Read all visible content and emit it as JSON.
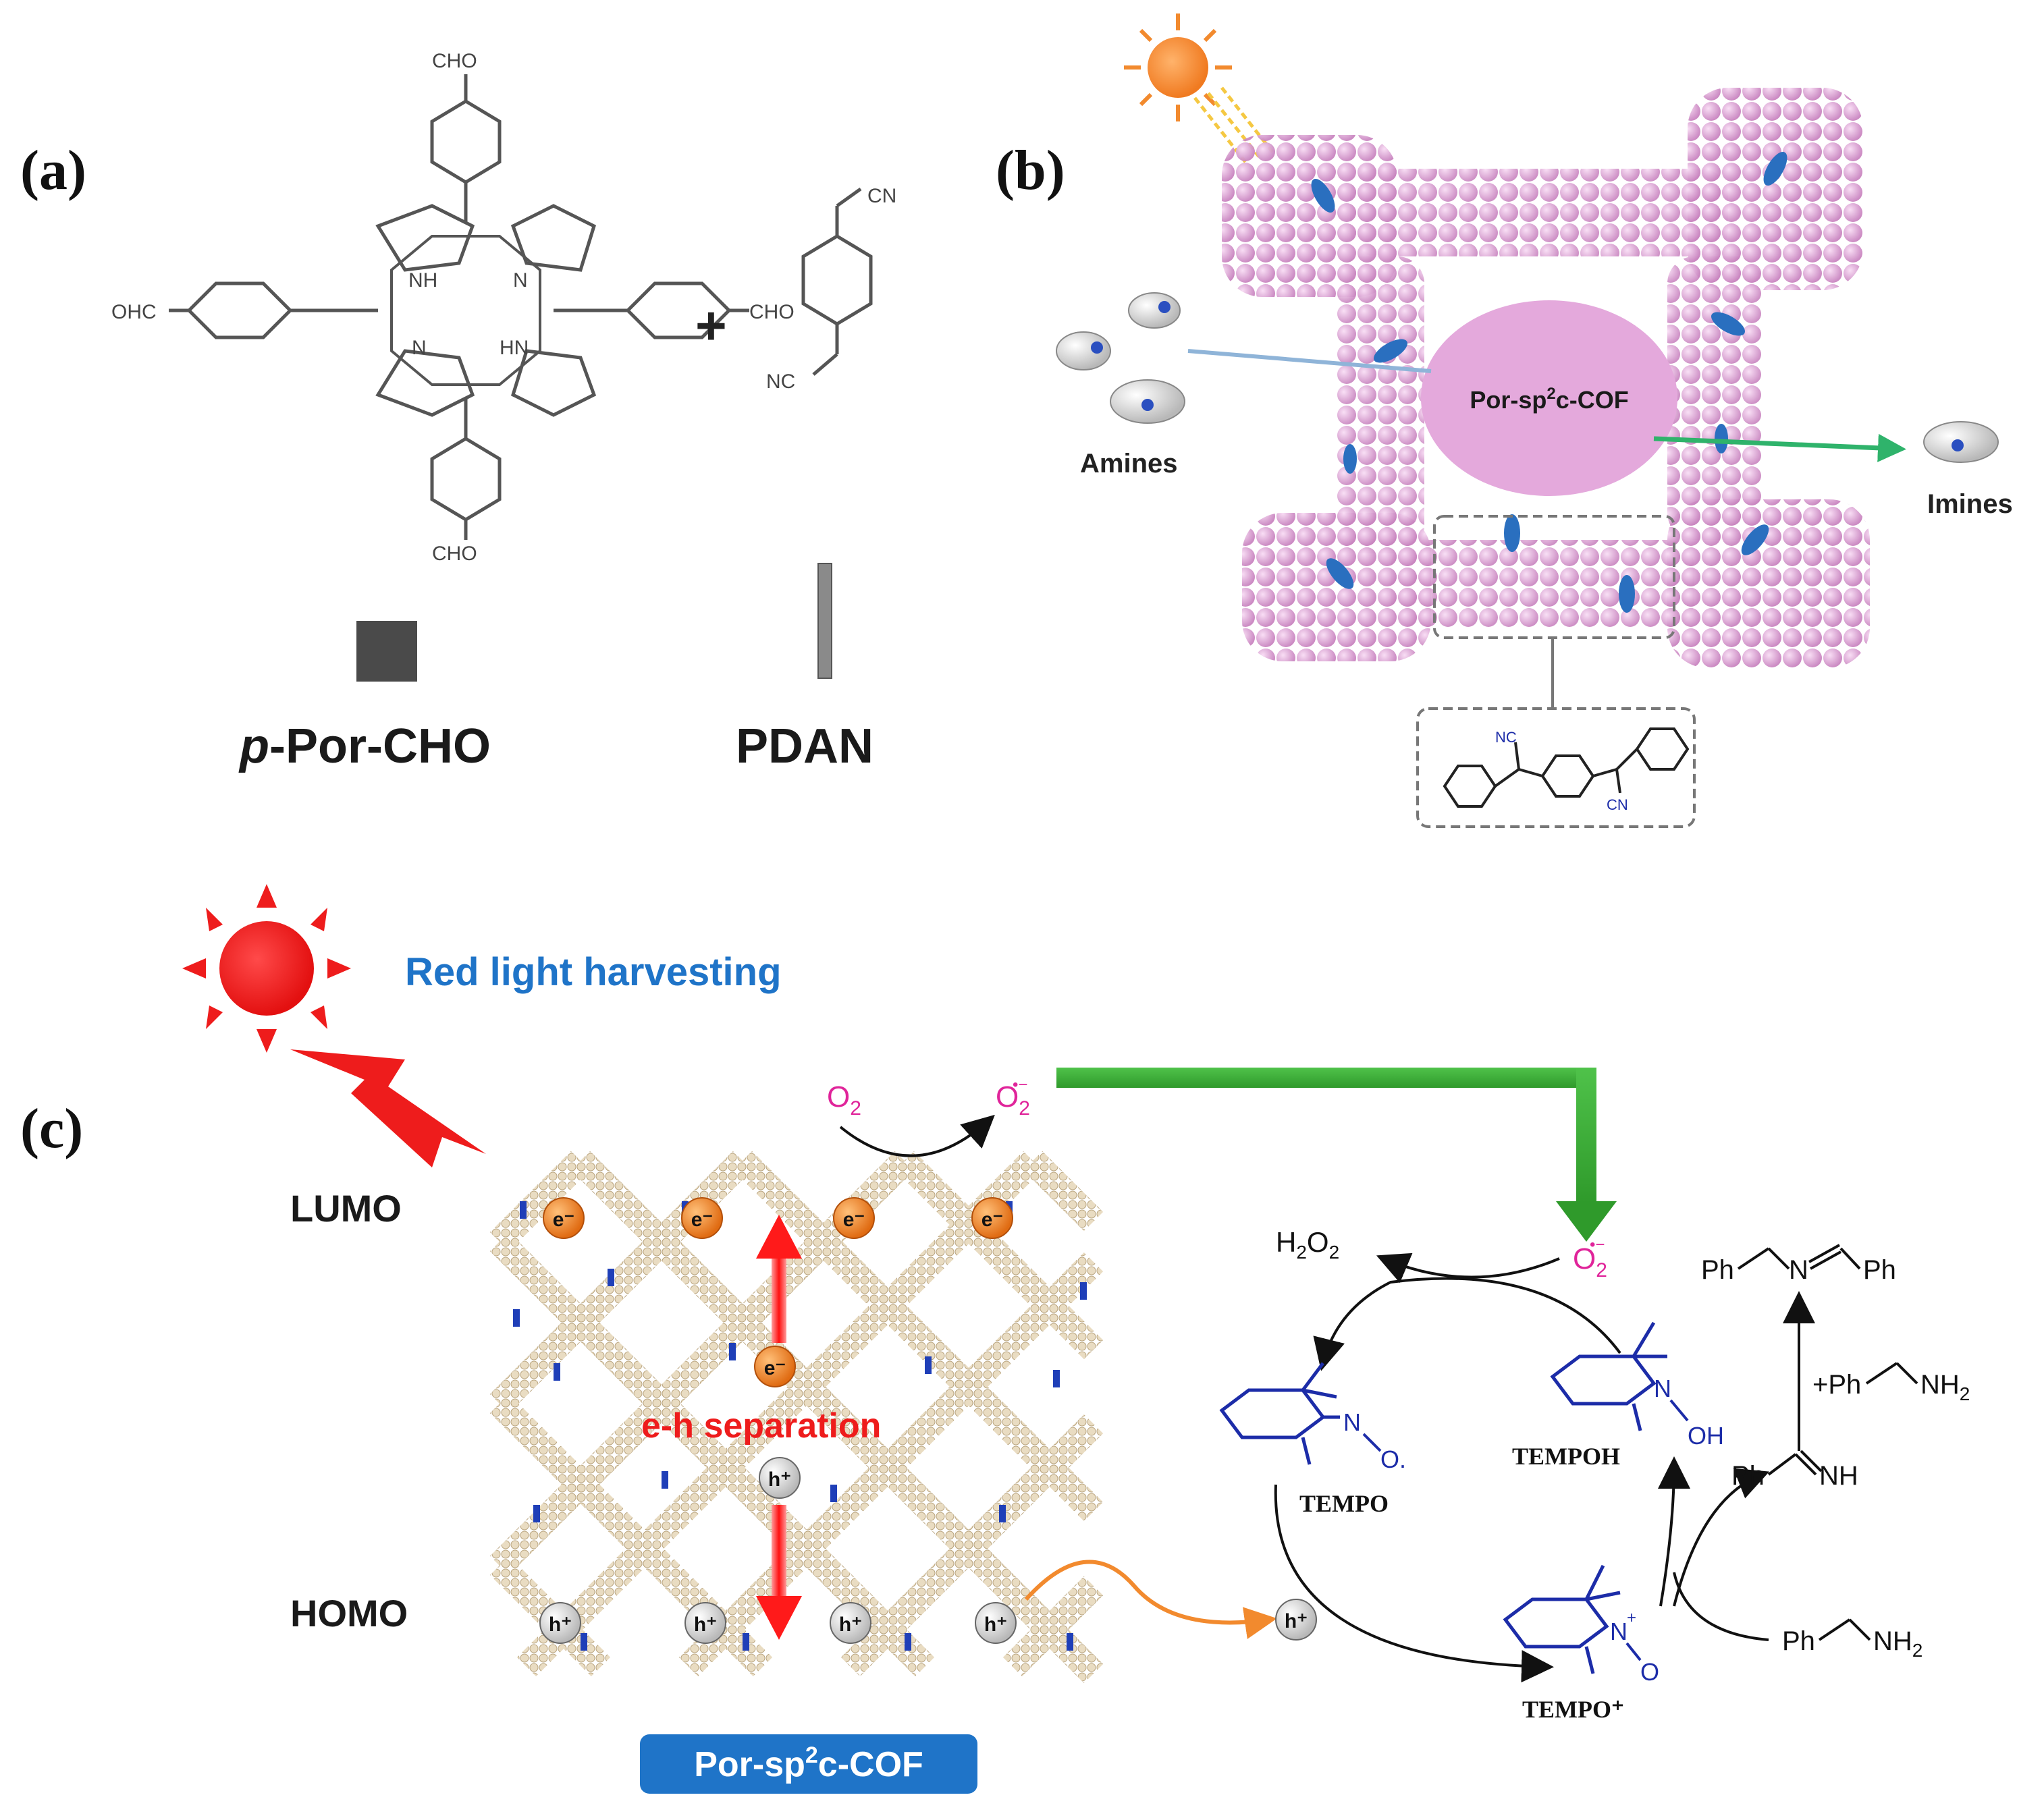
{
  "panel_a": {
    "label": "(a)",
    "cho_top": "CHO",
    "cho_bottom": "CHO",
    "ohc_left": "OHC",
    "cho_right": "CHO",
    "nh_top": "NH",
    "n_top": "N",
    "n_bottom": "N",
    "hn_bottom": "HN",
    "plus": "+",
    "cn_top": "CN",
    "nc_bottom": "NC",
    "monomer1_name": "p-Por-CHO",
    "monomer1_italic_prefix": "p",
    "monomer1_rest": "-Por-CHO",
    "monomer2_name": "PDAN"
  },
  "panel_b": {
    "label": "(b)",
    "center_label_pre": "Por-sp",
    "center_label_sup": "2",
    "center_label_post": "c-COF",
    "amines": "Amines",
    "imines": "Imines",
    "inset_nc": "NC",
    "inset_cn": "CN"
  },
  "panel_c": {
    "label": "(c)",
    "red_light": "Red light harvesting",
    "lumo": "LUMO",
    "homo": "HOMO",
    "separation": "e-h separation",
    "electron": "e⁻",
    "hole": "h⁺",
    "o2": "O",
    "o2_sub": "2",
    "superoxide": "O",
    "h2o2_a": "H",
    "h2o2_sub1": "2",
    "h2o2_b": "O",
    "h2o2_sub2": "2",
    "tempo": "TEMPO",
    "tempoh": "TEMPOH",
    "tempo_plus": "TEMPO⁺",
    "n_o_dot": "N",
    "o_dot": "O.",
    "n_oh": "N",
    "oh": "OH",
    "n_plus": "N",
    "o_plus": "O",
    "ph": "Ph",
    "n_label": "N",
    "nh": "NH",
    "nh2": "NH",
    "nh2_sub": "2",
    "plus_ph": "+Ph",
    "cof_badge_pre": "Por-sp",
    "cof_badge_sup": "2",
    "cof_badge_post": "c-COF"
  },
  "colors": {
    "cof_pink": "#e4a9dc",
    "cof_blue": "#2a6fbf",
    "red": "#ee1c1c",
    "green": "#3aa535",
    "orange": "#f28a2e",
    "tempo_blue": "#1c2ca8",
    "badge_blue": "#1f74c8",
    "magenta": "#e0249a",
    "lattice_tan": "#dcc9a6"
  }
}
